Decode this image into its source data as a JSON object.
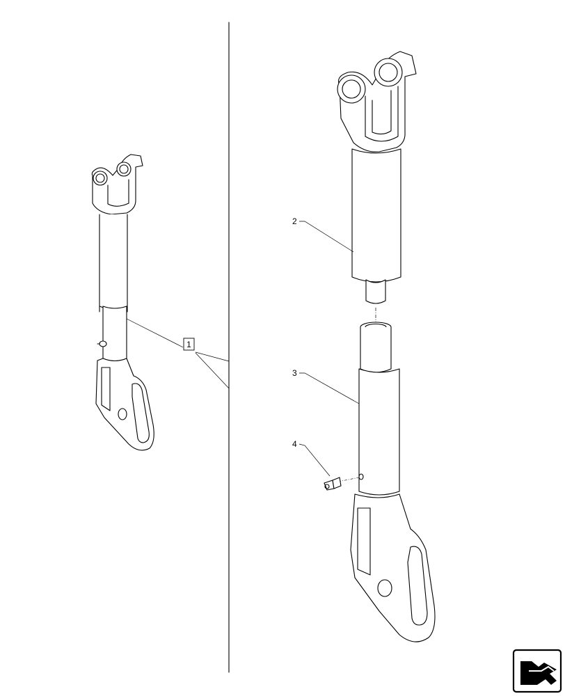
{
  "diagram": {
    "callouts": {
      "item1": "1",
      "item2": "2",
      "item3": "3",
      "item4": "4"
    },
    "nav_icon": "next-page-arrow-icon"
  }
}
